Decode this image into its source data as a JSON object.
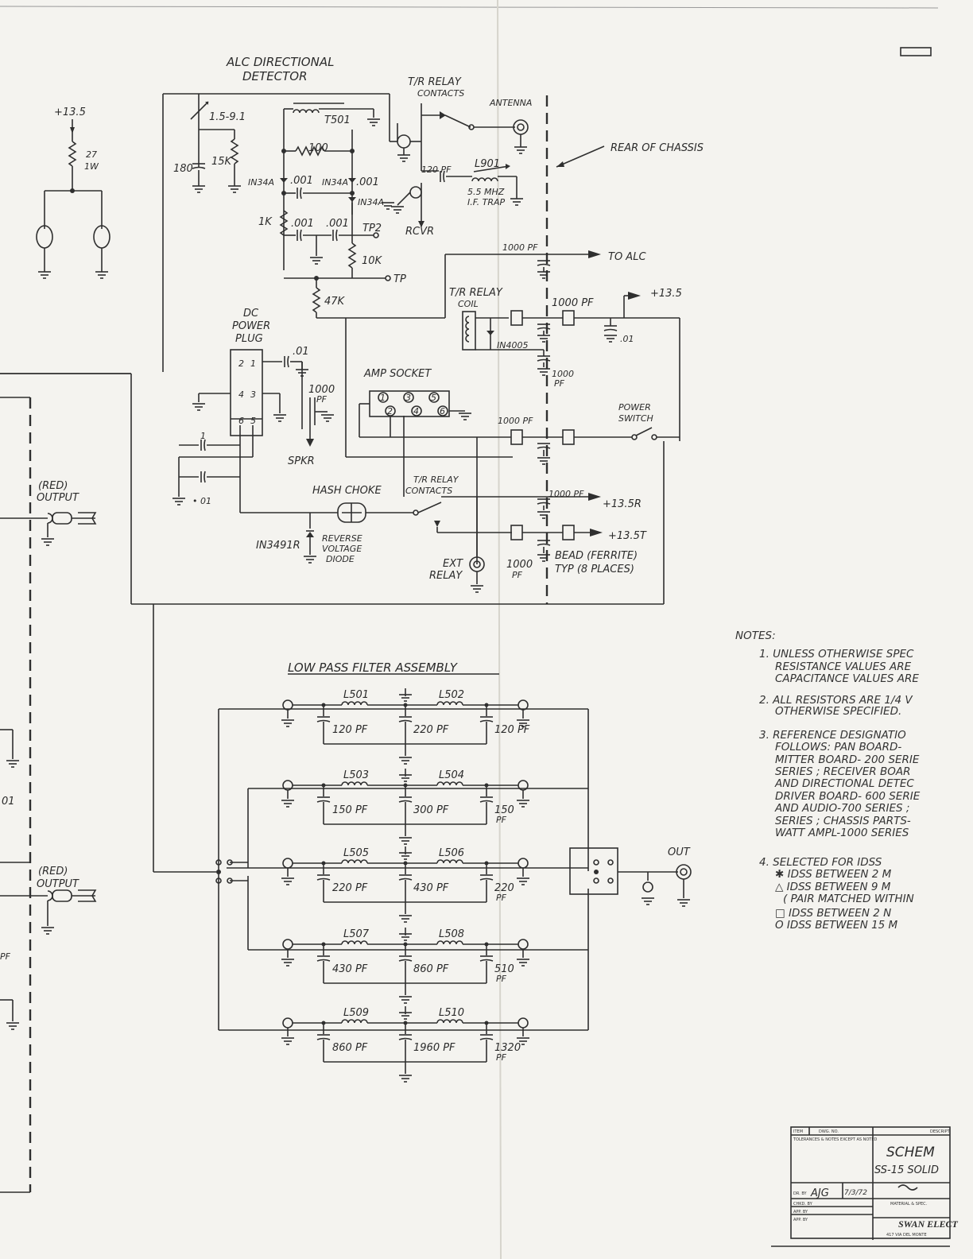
{
  "alc": {
    "title1": "ALC DIRECTIONAL",
    "title2": "DETECTOR",
    "cap_trim": "1.5-9.1",
    "transformer": "T501",
    "r100": "100",
    "c180": "180",
    "r15k": "15K",
    "d1": "IN34A",
    "c001a": ".001",
    "d2": "IN34A",
    "c001b": ".001",
    "d3": "IN34A",
    "r1k": "1K",
    "c001c": ".001",
    "c001d": ".001",
    "tp2": "TP2",
    "r10k": "10K",
    "tp": "TP",
    "r47k": "47K"
  },
  "supply": {
    "voltage": "+13.5",
    "r27": "27",
    "r27w": "1W"
  },
  "relay": {
    "contacts1": "T/R RELAY",
    "contacts2": "CONTACTS",
    "antenna": "ANTENNA",
    "rear1": "REAR OF CHASSIS",
    "c120": "120 PF",
    "l901": "L901",
    "trap1": "5.5 MHZ",
    "trap2": "I.F. TRAP",
    "rcvr": "RCVR",
    "c1000_alc": "1000 PF",
    "to_alc": "TO ALC",
    "coil1": "T/R RELAY",
    "coil2": "COIL",
    "diode": "IN4005",
    "c1000_coil": "1000 PF",
    "plus135": "+13.5",
    "c01": ".01",
    "c1000_mid1": "1000",
    "c1000_mid2": "PF",
    "power1": "POWER",
    "power2": "SWITCH",
    "c1000_pwr": "1000 PF",
    "c1000_r": "1000 PF",
    "plus135r": "+13.5R",
    "plus135t": "+13.5T",
    "bead1": "BEAD (FERRITE)",
    "bead2": "TYP (8 PLACES)",
    "c1000_bot1": "1000",
    "c1000_bot2": "PF"
  },
  "dc": {
    "plug1": "DC",
    "plug2": "POWER",
    "plug3": "PLUG",
    "pins": [
      "2",
      "1",
      "4",
      "3",
      "6",
      "5"
    ],
    "c01": ".01",
    "c1000a": "1000",
    "c1000b": "PF",
    "spkr": "SPKR",
    "c1": "1",
    "c01b": "• 01",
    "hash": "HASH CHOKE",
    "contacts1": "T/R RELAY",
    "contacts2": "CONTACTS",
    "diode": "IN3491R",
    "rev1": "REVERSE",
    "rev2": "VOLTAGE",
    "rev3": "DIODE",
    "ext1": "EXT",
    "ext2": "RELAY"
  },
  "amp": {
    "title": "AMP SOCKET",
    "pins": [
      "1",
      "3",
      "5",
      "2",
      "4",
      "6"
    ]
  },
  "left": {
    "red1": "(RED)",
    "out1": "OUTPUT",
    "red2": "(RED)",
    "out2": "OUTPUT",
    "frag01": "01",
    "fragpf": "PF"
  },
  "lpf": {
    "title": "LOW PASS FILTER ASSEMBLY",
    "out": "OUT",
    "rows": [
      {
        "la": "L501",
        "lb": "L502",
        "c1": "120 PF",
        "c2": "220 PF",
        "c3": "120 PF"
      },
      {
        "la": "L503",
        "lb": "L504",
        "c1": "150 PF",
        "c2": "300 PF",
        "c3": "150 PF"
      },
      {
        "la": "L505",
        "lb": "L506",
        "c1": "220 PF",
        "c2": "430 PF",
        "c3": "220 PF"
      },
      {
        "la": "L507",
        "lb": "L508",
        "c1": "430 PF",
        "c2": "860 PF",
        "c3": "510 PF"
      },
      {
        "la": "L509",
        "lb": "L510",
        "c1": "860 PF",
        "c2": "1960 PF",
        "c3": "1320 PF"
      }
    ]
  },
  "notes": {
    "title": "NOTES:",
    "lines": [
      "1. UNLESS OTHERWISE SPEC",
      "RESISTANCE VALUES ARE",
      "CAPACITANCE VALUES ARE",
      "2. ALL RESISTORS ARE 1/4 V",
      "OTHERWISE SPECIFIED.",
      "3. REFERENCE DESIGNATIO",
      "FOLLOWS: PAN BOARD-",
      "MITTER BOARD- 200 SERIE",
      "SERIES ; RECEIVER BOAR",
      "AND DIRECTIONAL DETEC",
      "DRIVER BOARD- 600 SERIE",
      "AND AUDIO-700 SERIES ;",
      "SERIES ; CHASSIS PARTS-",
      "WATT AMPL-1000 SERIES",
      "4. SELECTED FOR IDSS",
      "✱ IDSS BETWEEN 2 M",
      "△ IDSS BETWEEN 9 M",
      "( PAIR MATCHED WITHIN",
      "□ IDSS BETWEEN 2 N",
      "O IDSS BETWEEN 15 M"
    ]
  },
  "titleblock": {
    "item": "ITEM",
    "dwg": "DWG. NO.",
    "desc": "DESCRIPT",
    "tol": "TOLERANCES & NOTES EXCEPT AS NOTED",
    "title1": "SCHEM",
    "title2": "SS-15 SOLID",
    "dr": "DR. BY",
    "drby": "AJG",
    "date": "7/3/72",
    "chkd": "CHKD. BY",
    "appby": "APP. BY",
    "appby2": "APP. BY",
    "material": "MATERIAL & SPEC.",
    "company": "SWAN ELECT",
    "address": "417 VIA DEL MONTE"
  }
}
